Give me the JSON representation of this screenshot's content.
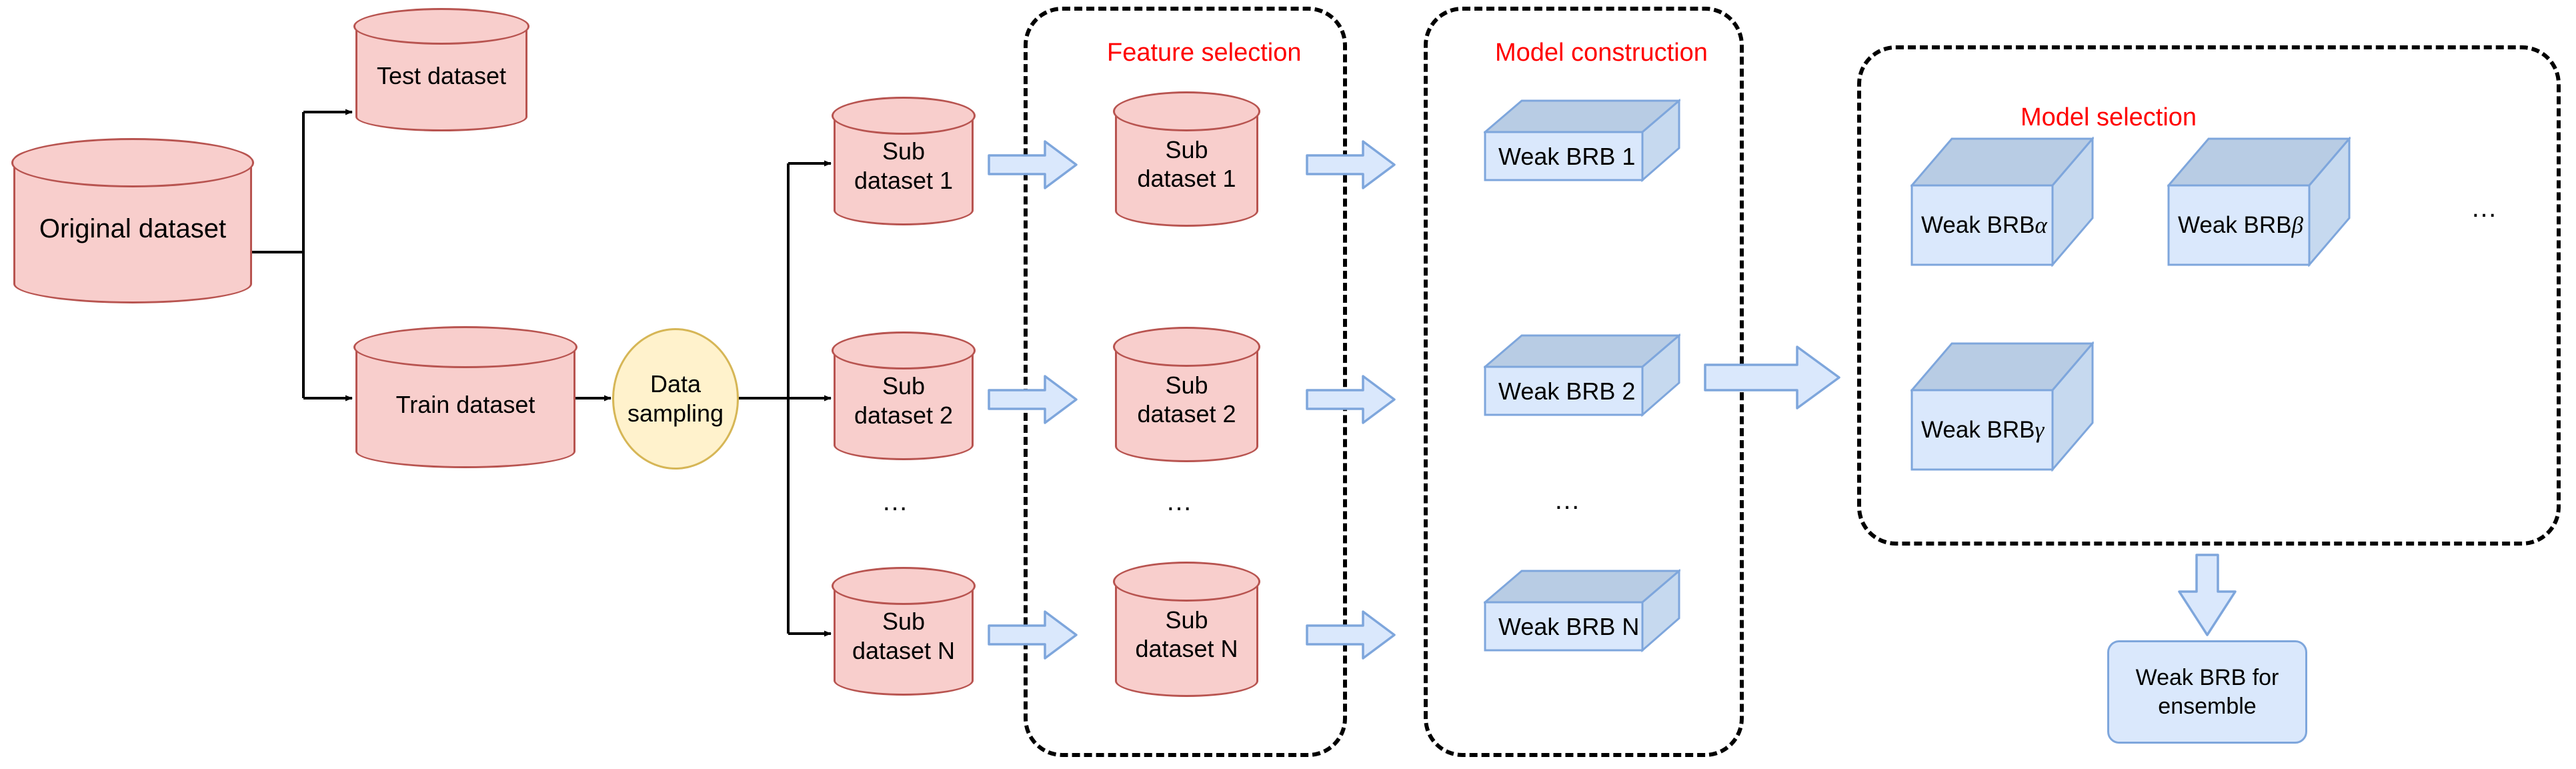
{
  "diagram": {
    "title": "BRB ensemble construction pipeline",
    "colors": {
      "dataset_fill": "#f8cecc",
      "dataset_stroke": "#b85450",
      "sampling_fill": "#fff2cc",
      "sampling_stroke": "#d6b656",
      "model_fill": "#dae8fc",
      "model_stroke": "#7ea6dc",
      "model_top_fill": "#b8cce4",
      "group_title": "#ff0000",
      "connector": "#000000",
      "background": "#ffffff"
    }
  },
  "datasets": {
    "original": "Original dataset",
    "test": "Test dataset",
    "train": "Train dataset",
    "sampling": [
      "Data",
      "sampling"
    ],
    "sub_raw": [
      [
        "Sub",
        "dataset 1"
      ],
      [
        "Sub",
        "dataset 2"
      ],
      [
        "Sub",
        "dataset N"
      ]
    ],
    "sub_selected": [
      [
        "Sub",
        "dataset 1"
      ],
      [
        "Sub",
        "dataset 2"
      ],
      [
        "Sub",
        "dataset N"
      ]
    ]
  },
  "groups": {
    "feature_selection": "Feature selection",
    "model_construction": "Model construction",
    "model_selection": "Model selection"
  },
  "models": {
    "constructed": [
      "Weak BRB 1",
      "Weak BRB 2",
      "Weak BRB N"
    ],
    "selected": [
      {
        "prefix": "Weak BRB ",
        "symbol": "α"
      },
      {
        "prefix": "Weak BRB ",
        "symbol": "β"
      },
      {
        "prefix": "Weak BRB ",
        "symbol": "γ"
      }
    ],
    "ensemble": [
      "Weak BRB for",
      "ensemble"
    ]
  },
  "ellipses": {
    "sub_raw_dots": "…",
    "sub_selected_dots": "…",
    "models_dots": "…",
    "selection_dots": "…"
  }
}
